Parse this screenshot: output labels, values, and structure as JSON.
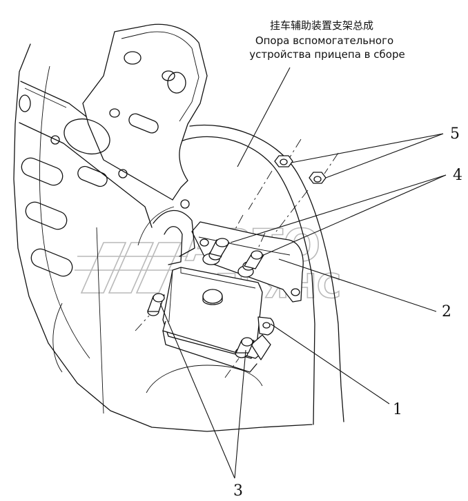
{
  "title": {
    "zh": "挂车辅助装置支架总成",
    "ru_line1": "Опора вспомогательного",
    "ru_line2": "устройства прицепа в сборе"
  },
  "callouts": [
    "1",
    "2",
    "3",
    "4",
    "5"
  ],
  "watermark": {
    "line1": "АВТО",
    "line2": "АЛЬЯНС"
  },
  "colors": {
    "line": "#111111",
    "watermark": "#b9b9b9",
    "background": "#ffffff"
  }
}
